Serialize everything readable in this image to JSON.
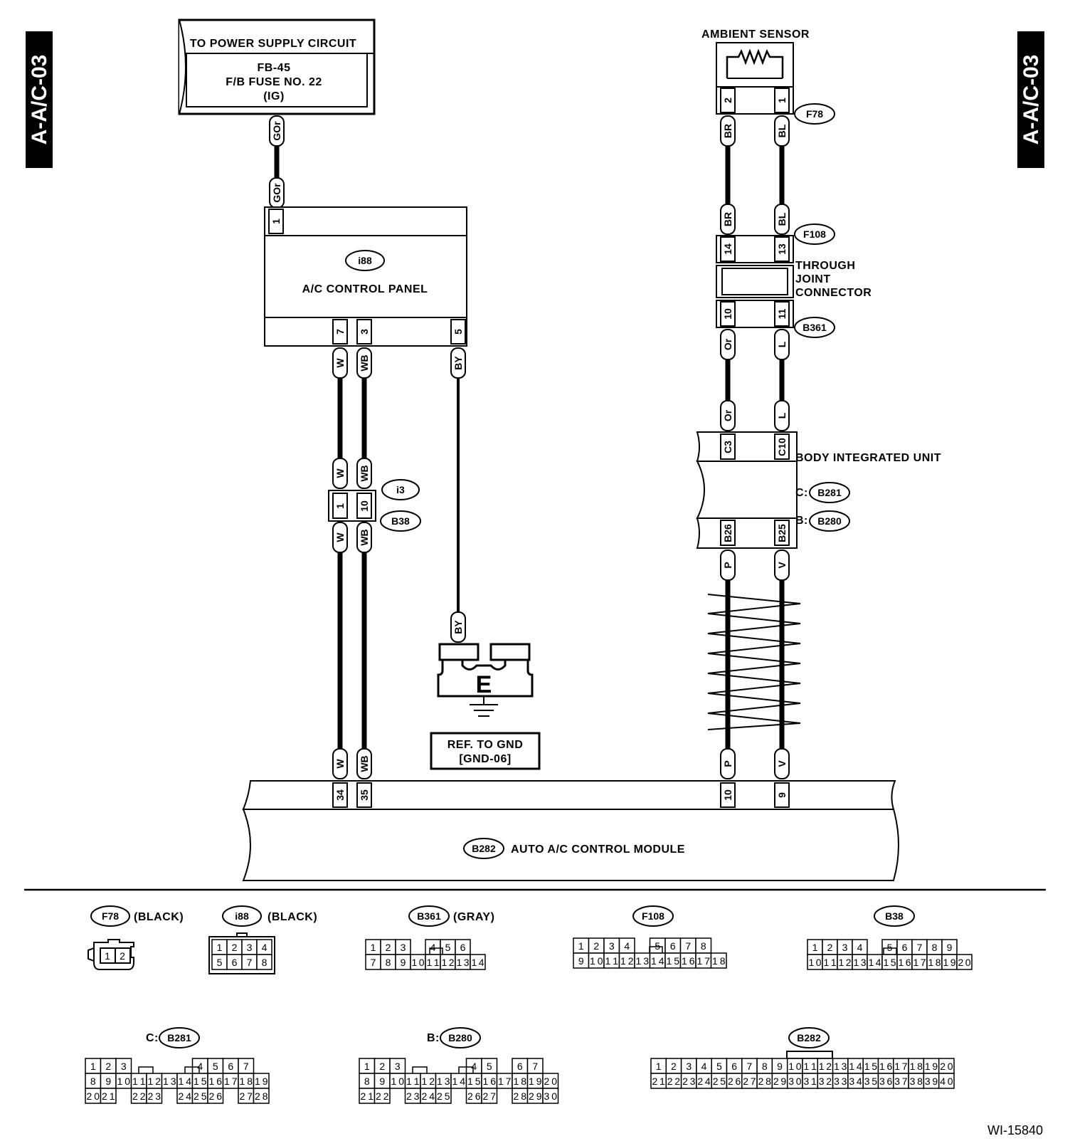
{
  "side_tabs": {
    "left": "A-A/C-03",
    "right": "A-A/C-03"
  },
  "power_supply": {
    "title": "TO POWER SUPPLY CIRCUIT",
    "line1": "FB-45",
    "line2": "F/B FUSE NO. 22",
    "line3": "(IG)"
  },
  "ac_panel": {
    "id": "i88",
    "label": "A/C CONTROL PANEL",
    "pin_top": "1",
    "pins_bottom": [
      "7",
      "3",
      "5"
    ]
  },
  "ambient_sensor": {
    "label": "AMBIENT SENSOR",
    "connector": "F78",
    "pins": [
      "2",
      "1"
    ]
  },
  "through_joint": {
    "label_lines": [
      "THROUGH",
      "JOINT",
      "CONNECTOR"
    ],
    "connector_top": "F108",
    "pins_top": [
      "14",
      "13"
    ],
    "connector_bottom": "B361",
    "pins_bottom": [
      "10",
      "11"
    ]
  },
  "body_unit": {
    "label": "BODY INTEGRATED UNIT",
    "c_prefix": "C:",
    "c_connector": "B281",
    "b_prefix": "B:",
    "b_connector": "B280",
    "pins_top": [
      "C3",
      "C10"
    ],
    "pins_bottom": [
      "B26",
      "B25"
    ]
  },
  "mid_connector": {
    "top": "i3",
    "bottom": "B38",
    "pins": [
      "1",
      "10"
    ]
  },
  "ground": {
    "letter": "E",
    "ref_line1": "REF. TO GND",
    "ref_line2": "[GND-06]"
  },
  "module": {
    "id": "B282",
    "label": "AUTO A/C CONTROL MODULE",
    "pins": [
      "34",
      "35",
      "10",
      "9"
    ]
  },
  "wire_colors": {
    "gor": "GOr",
    "w": "W",
    "wb": "WB",
    "by": "BY",
    "br": "BR",
    "bl": "BL",
    "or": "Or",
    "l": "L",
    "p": "P",
    "v": "V"
  },
  "legend": {
    "f78": {
      "id": "F78",
      "color": "(BLACK)",
      "cells": [
        "1",
        "2"
      ]
    },
    "i88": {
      "id": "i88",
      "color": "(BLACK)",
      "row1": [
        "1",
        "2",
        "3",
        "4"
      ],
      "row2": [
        "5",
        "6",
        "7",
        "8"
      ]
    },
    "b361": {
      "id": "B361",
      "color": "(GRAY)",
      "row1": [
        "1",
        "2",
        "3",
        "",
        "4",
        "5",
        "6"
      ],
      "row2": [
        "7",
        "8",
        "9",
        "10",
        "11",
        "12",
        "13",
        "14"
      ]
    },
    "f108": {
      "id": "F108",
      "row1": [
        "1",
        "2",
        "3",
        "4",
        "",
        "5",
        "6",
        "7",
        "8"
      ],
      "row2": [
        "9",
        "10",
        "11",
        "12",
        "13",
        "14",
        "15",
        "16",
        "17",
        "18"
      ]
    },
    "b38": {
      "id": "B38",
      "row1": [
        "1",
        "2",
        "3",
        "4",
        "",
        "5",
        "6",
        "7",
        "8",
        "9"
      ],
      "row2": [
        "10",
        "11",
        "12",
        "13",
        "14",
        "15",
        "16",
        "17",
        "18",
        "19",
        "20"
      ]
    },
    "b281": {
      "prefix": "C:",
      "id": "B281",
      "row1": [
        "1",
        "2",
        "3",
        "",
        "",
        "",
        "",
        "4",
        "5",
        "6",
        "7"
      ],
      "row2": [
        "8",
        "9",
        "10",
        "11",
        "12",
        "13",
        "14",
        "15",
        "16",
        "17",
        "18",
        "19"
      ],
      "row3": [
        "20",
        "21",
        "",
        "22",
        "23",
        "",
        "24",
        "25",
        "26",
        "",
        "27",
        "28"
      ]
    },
    "b280": {
      "prefix": "B:",
      "id": "B280",
      "row1": [
        "1",
        "2",
        "3",
        "",
        "",
        "",
        "",
        "4",
        "5",
        "",
        "6",
        "7"
      ],
      "row2": [
        "8",
        "9",
        "10",
        "11",
        "12",
        "13",
        "14",
        "15",
        "16",
        "17",
        "18",
        "19",
        "20"
      ],
      "row3": [
        "21",
        "22",
        "",
        "23",
        "24",
        "25",
        "",
        "26",
        "27",
        "",
        "28",
        "29",
        "30"
      ]
    },
    "b282": {
      "id": "B282",
      "row1": [
        "1",
        "2",
        "3",
        "4",
        "5",
        "6",
        "7",
        "8",
        "9",
        "10",
        "11",
        "12",
        "13",
        "14",
        "15",
        "16",
        "17",
        "18",
        "19",
        "20"
      ],
      "row2": [
        "21",
        "22",
        "23",
        "24",
        "25",
        "26",
        "27",
        "28",
        "29",
        "30",
        "31",
        "32",
        "33",
        "34",
        "35",
        "36",
        "37",
        "38",
        "39",
        "40"
      ]
    }
  },
  "footer_code": "WI-15840"
}
